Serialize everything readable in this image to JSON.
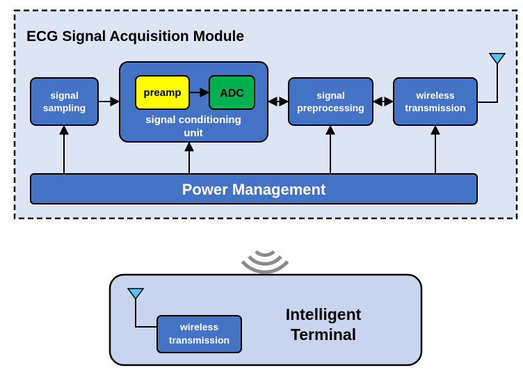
{
  "module": {
    "title": "ECG Signal Acquisition Module"
  },
  "blocks": {
    "signal_sampling": {
      "line1": "signal",
      "line2": "sampling"
    },
    "conditioning": {
      "line1": "signal conditioning",
      "line2": "unit"
    },
    "preamp": {
      "label": "preamp"
    },
    "adc": {
      "label": "ADC"
    },
    "preprocessing": {
      "line1": "signal",
      "line2": "preprocessing"
    },
    "wireless_tx": {
      "line1": "wireless",
      "line2": "transmission"
    },
    "power": {
      "label": "Power Management"
    }
  },
  "terminal": {
    "line1": "Intelligent",
    "line2": "Terminal",
    "wireless": {
      "line1": "wireless",
      "line2": "transmission"
    }
  },
  "colors": {
    "module_bg": "#dde5f5",
    "block_fill": "#4472c4",
    "block_stroke": "#000000",
    "preamp_fill": "#ffff00",
    "adc_fill": "#00b050",
    "terminal_bg": "#c9d5ef",
    "antenna": "#5bc0eb",
    "wave": "#8a8a8a"
  }
}
